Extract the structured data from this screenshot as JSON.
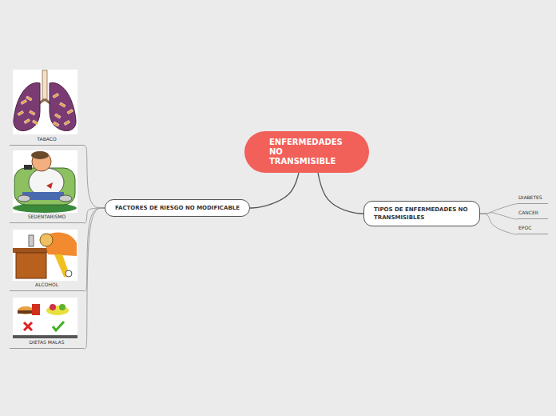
{
  "diagram": {
    "nodes": [
      {
        "text": [
          "ENFERMEDADES NO TRANSMISIBLE"
        ]
      },
      {
        "text": [
          "FACTORES DE RIESGO NO MODIFICABLE"
        ]
      },
      {
        "text": [
          "TABACO"
        ]
      },
      {
        "text": [
          "SEDENTARISMO"
        ]
      },
      {
        "text": [
          "ALCOHOL"
        ]
      },
      {
        "text": [
          "DIETAS MALAS"
        ]
      },
      {
        "text": [
          "TIPOS DE ENFERMEDADES NO TRANSMISIBLES"
        ]
      },
      {
        "text": [
          "DIABETES"
        ]
      },
      {
        "text": [
          "CANCER"
        ]
      },
      {
        "text": [
          "EPOC"
        ]
      }
    ],
    "edges": [
      {
        "from": 0,
        "to": 1,
        "arrow": "none"
      },
      {
        "from": 0,
        "to": 6,
        "arrow": "none"
      },
      {
        "from": 1,
        "to": 2,
        "arrow": "none"
      },
      {
        "from": 1,
        "to": 3,
        "arrow": "none"
      },
      {
        "from": 1,
        "to": 4,
        "arrow": "none"
      },
      {
        "from": 1,
        "to": 5,
        "arrow": "none"
      },
      {
        "from": 6,
        "to": 7,
        "arrow": "none"
      },
      {
        "from": 6,
        "to": 8,
        "arrow": "none"
      },
      {
        "from": 6,
        "to": 9,
        "arrow": "none"
      }
    ]
  }
}
